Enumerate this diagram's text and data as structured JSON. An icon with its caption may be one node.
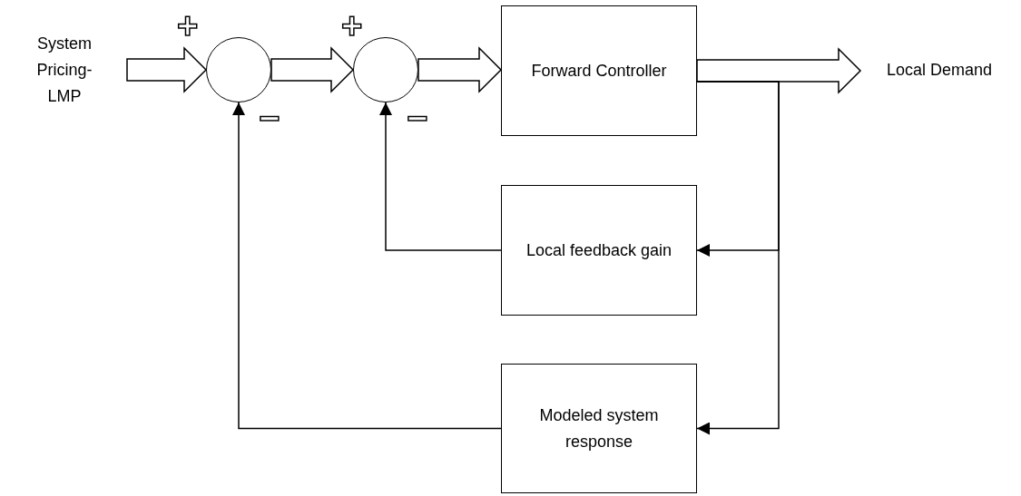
{
  "diagram": {
    "nodes": [
      {
        "text": [
          "System Pricing-LMP"
        ]
      },
      {
        "text": [],
        "shape": "circle"
      },
      {
        "text": [],
        "shape": "circle"
      },
      {
        "text": [
          "Forward Controller"
        ]
      },
      {
        "text": [
          "Local Demand"
        ]
      },
      {
        "text": [
          "Local feedback gain"
        ]
      },
      {
        "text": [
          "Modeled system response"
        ]
      }
    ],
    "edges": [
      {
        "from": 0,
        "to": 1,
        "arrow": "to",
        "style": "thick"
      },
      {
        "from": 1,
        "to": 2,
        "arrow": "to",
        "style": "thick"
      },
      {
        "from": 2,
        "to": 3,
        "arrow": "to",
        "style": "thick"
      },
      {
        "from": 3,
        "to": 4,
        "arrow": "to",
        "style": "thick"
      },
      {
        "from": 3,
        "to": 5,
        "arrow": "to"
      },
      {
        "from": 3,
        "to": 6,
        "arrow": "to"
      },
      {
        "from": 5,
        "to": 2,
        "arrow": "to"
      },
      {
        "from": 6,
        "to": 1,
        "arrow": "to"
      }
    ],
    "labels": [
      "+",
      "+",
      "−",
      "−"
    ]
  }
}
